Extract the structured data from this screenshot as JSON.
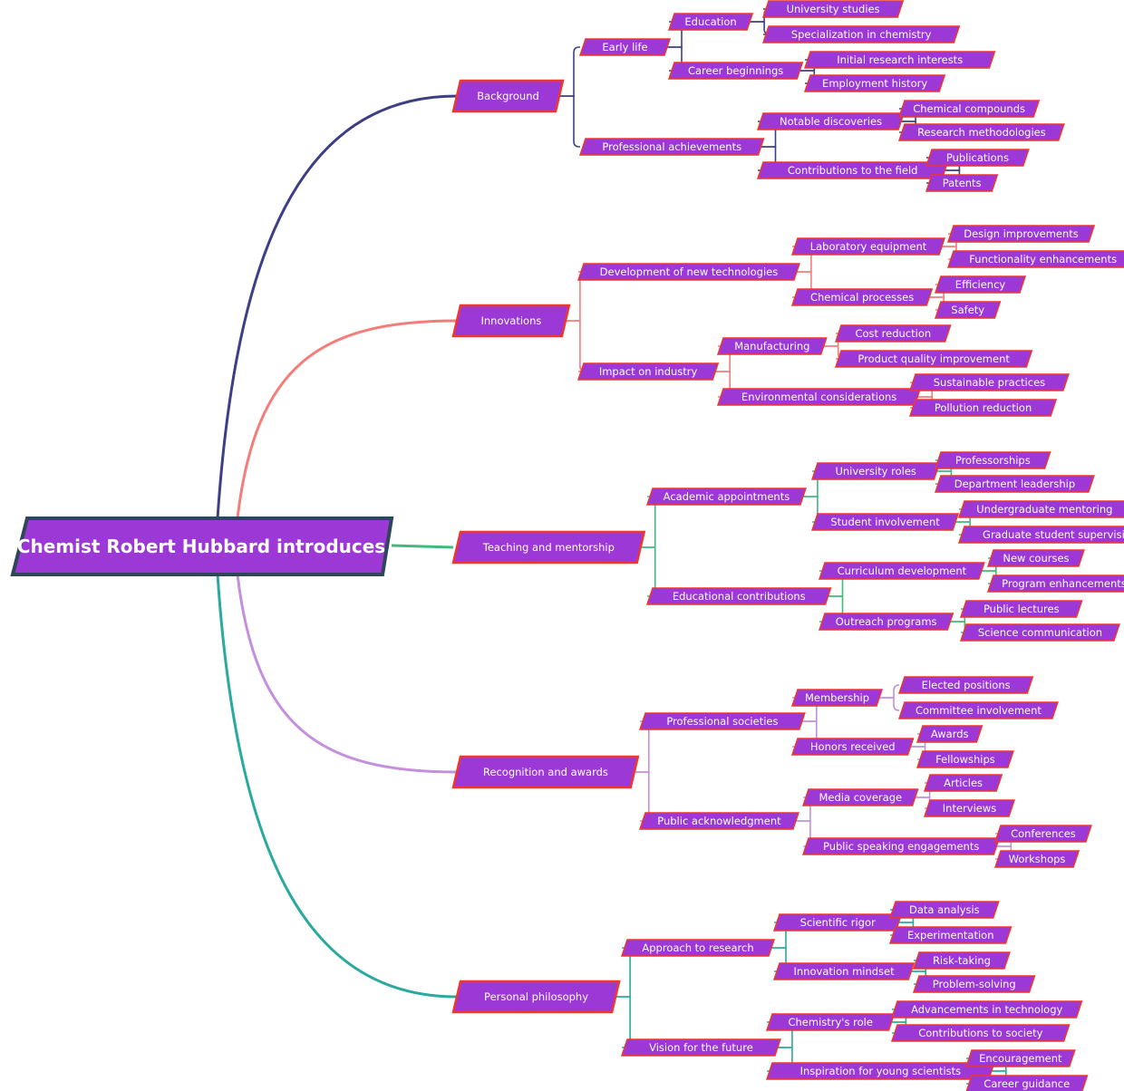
{
  "root": {
    "label": "Chemist Robert Hubbard introduces"
  },
  "colors": {
    "node_fill": "#9b38d6",
    "node_border": "#f0372b",
    "root_fill": "#9b38d6",
    "root_border": "#2f4558",
    "branch_colors": [
      "#3d3f86",
      "#f47d79",
      "#3fba7c",
      "#c48fdd",
      "#2aa99e"
    ]
  },
  "branches": [
    {
      "label": "Background",
      "children": [
        {
          "label": "Early life",
          "children": [
            {
              "label": "Education",
              "children": [
                {
                  "label": "University studies"
                },
                {
                  "label": "Specialization in chemistry"
                }
              ]
            },
            {
              "label": "Career beginnings",
              "children": [
                {
                  "label": "Initial research interests"
                },
                {
                  "label": "Employment history"
                }
              ]
            }
          ]
        },
        {
          "label": "Professional achievements",
          "children": [
            {
              "label": "Notable discoveries",
              "children": [
                {
                  "label": "Chemical compounds"
                },
                {
                  "label": "Research methodologies"
                }
              ]
            },
            {
              "label": "Contributions to the field",
              "children": [
                {
                  "label": "Publications"
                },
                {
                  "label": "Patents"
                }
              ]
            }
          ]
        }
      ]
    },
    {
      "label": "Innovations",
      "children": [
        {
          "label": "Development of new technologies",
          "children": [
            {
              "label": "Laboratory equipment",
              "children": [
                {
                  "label": "Design improvements"
                },
                {
                  "label": "Functionality enhancements"
                }
              ]
            },
            {
              "label": "Chemical processes",
              "children": [
                {
                  "label": "Efficiency"
                },
                {
                  "label": "Safety"
                }
              ]
            }
          ]
        },
        {
          "label": "Impact on industry",
          "children": [
            {
              "label": "Manufacturing",
              "children": [
                {
                  "label": "Cost reduction"
                },
                {
                  "label": "Product quality improvement"
                }
              ]
            },
            {
              "label": "Environmental considerations",
              "children": [
                {
                  "label": "Sustainable practices"
                },
                {
                  "label": "Pollution reduction"
                }
              ]
            }
          ]
        }
      ]
    },
    {
      "label": "Teaching and mentorship",
      "children": [
        {
          "label": "Academic appointments",
          "children": [
            {
              "label": "University roles",
              "children": [
                {
                  "label": "Professorships"
                },
                {
                  "label": "Department leadership"
                }
              ]
            },
            {
              "label": "Student involvement",
              "children": [
                {
                  "label": "Undergraduate mentoring"
                },
                {
                  "label": "Graduate student supervision"
                }
              ]
            }
          ]
        },
        {
          "label": "Educational contributions",
          "children": [
            {
              "label": "Curriculum development",
              "children": [
                {
                  "label": "New courses"
                },
                {
                  "label": "Program enhancements"
                }
              ]
            },
            {
              "label": "Outreach programs",
              "children": [
                {
                  "label": "Public lectures"
                },
                {
                  "label": "Science communication"
                }
              ]
            }
          ]
        }
      ]
    },
    {
      "label": "Recognition and awards",
      "children": [
        {
          "label": "Professional societies",
          "children": [
            {
              "label": "Membership",
              "children": [
                {
                  "label": "Elected positions"
                },
                {
                  "label": "Committee involvement"
                }
              ]
            },
            {
              "label": "Honors received",
              "children": [
                {
                  "label": "Awards"
                },
                {
                  "label": "Fellowships"
                }
              ]
            }
          ]
        },
        {
          "label": "Public acknowledgment",
          "children": [
            {
              "label": "Media coverage",
              "children": [
                {
                  "label": "Articles"
                },
                {
                  "label": "Interviews"
                }
              ]
            },
            {
              "label": "Public speaking engagements",
              "children": [
                {
                  "label": "Conferences"
                },
                {
                  "label": "Workshops"
                }
              ]
            }
          ]
        }
      ]
    },
    {
      "label": "Personal philosophy",
      "children": [
        {
          "label": "Approach to research",
          "children": [
            {
              "label": "Scientific rigor",
              "children": [
                {
                  "label": "Data analysis"
                },
                {
                  "label": "Experimentation"
                }
              ]
            },
            {
              "label": "Innovation mindset",
              "children": [
                {
                  "label": "Risk-taking"
                },
                {
                  "label": "Problem-solving"
                }
              ]
            }
          ]
        },
        {
          "label": "Vision for the future",
          "children": [
            {
              "label": "Chemistry's role",
              "children": [
                {
                  "label": "Advancements in technology"
                },
                {
                  "label": "Contributions to society"
                }
              ]
            },
            {
              "label": "Inspiration for young scientists",
              "children": [
                {
                  "label": "Encouragement"
                },
                {
                  "label": "Career guidance"
                }
              ]
            }
          ]
        }
      ]
    }
  ]
}
